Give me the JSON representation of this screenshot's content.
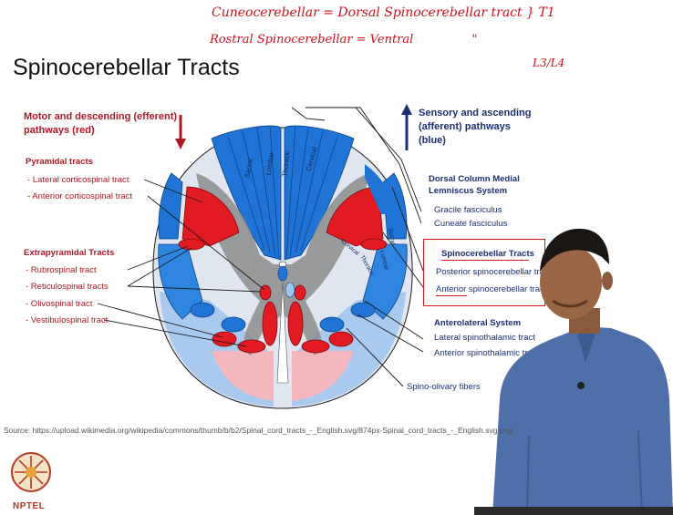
{
  "slide": {
    "title": "Spinocerebellar Tracts",
    "source": "Source: https://upload.wikimedia.org/wikipedia/commons/thumb/b/b2/Spinal_cord_tracts_-_English.svg/874px-Spinal_cord_tracts_-_English.svg.png",
    "logo_text": "NPTEL"
  },
  "annotations": {
    "line1_a": "Cuneocerebellar = Dorsal Spinocerebellar tract",
    "line1_b": "} T1",
    "line2_a": "Rostral Spinocerebellar = Ventral",
    "line2_b": "\"",
    "range": "L3/L4"
  },
  "diagram": {
    "left": {
      "header": "Motor and descending (efferent) pathways  (red)",
      "header_line1": "Motor and descending (efferent)",
      "header_line2": "pathways  (red)",
      "pyramidal_title": "Pyramidal tracts",
      "pyramidal": [
        "- Lateral corticospinal tract",
        "- Anterior corticospinal tract"
      ],
      "extrapyramidal_title": "Extrapyramidal Tracts",
      "extrapyramidal": [
        "- Rubrospinal tract",
        "- Reticulospinal tracts",
        "- Olivospinal tract",
        "- Vestibulospinal tract"
      ]
    },
    "right": {
      "header_line1": "Sensory and ascending",
      "header_line2": "(afferent) pathways",
      "header_line3": "(blue)",
      "dorsal_title_1": "Dorsal Column Medial",
      "dorsal_title_2": "Lemniscus System",
      "dorsal": [
        "Gracile fasciculus",
        "Cuneate fasciculus"
      ],
      "spino_title": "Spinocerebellar Tracts",
      "spino": [
        "Posterior spinocerebellar tract",
        "Anterior spinocerebellar tract"
      ],
      "antero_title": "Anterolateral System",
      "antero": [
        "Lateral spinothalamic tract",
        "Anterior spinothalamic tract"
      ],
      "olivary": "Spino-olivary fibers"
    },
    "inner_labels": [
      "Sacral",
      "Lumbar",
      "Thoracic",
      "Cervical",
      "Cervical",
      "Thoracic",
      "Lumbar",
      "Sacral"
    ]
  },
  "colors": {
    "ascending_blue": "#1f74d6",
    "descending_red": "#e21a22",
    "annotation_red": "#d0111b",
    "label_red": "#b01726",
    "label_blue": "#1c2f73"
  }
}
